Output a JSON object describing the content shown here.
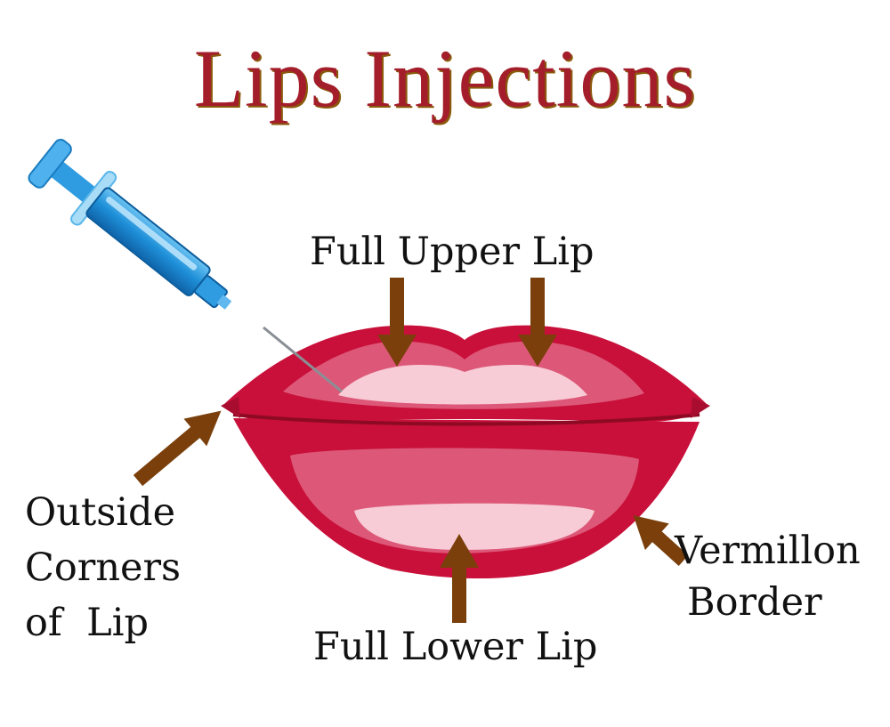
{
  "title": "Lips Injections",
  "colors": {
    "title": "#a31d2a",
    "title_shadow": "#8a5a0c",
    "arrow": "#7a3f0b",
    "lip_outer": "#c8103a",
    "lip_mid": "#dd5878",
    "lip_highlight": "#f7ccd6",
    "syringe": "#1e8fd8"
  },
  "labels": {
    "full_upper_lip": "Full Upper Lip",
    "full_lower_lip": "Full Lower Lip",
    "outside_corners": [
      "Outside",
      "Corners",
      "of  Lip"
    ],
    "vermillon_border": [
      "Vermillon",
      "Border"
    ]
  },
  "icons": {
    "syringe": "syringe-icon",
    "lips": "lips-illustration"
  }
}
